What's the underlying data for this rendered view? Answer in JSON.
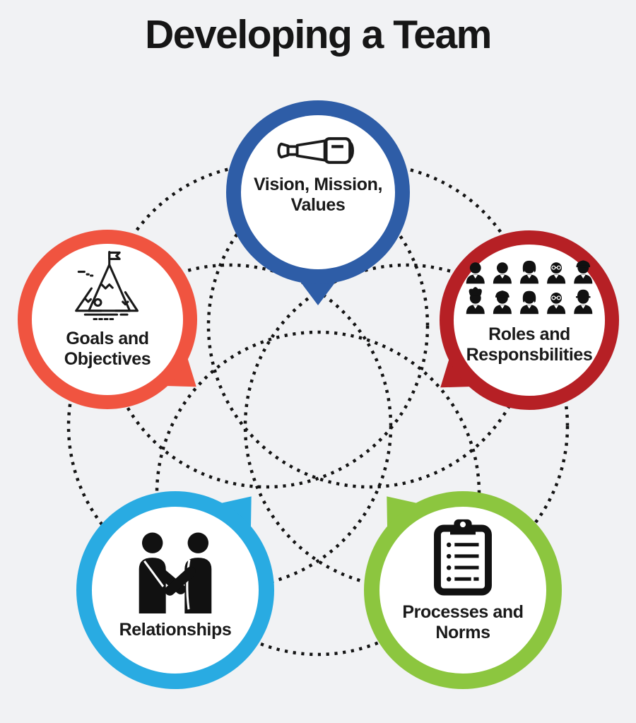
{
  "title": "Developing a Team",
  "canvas": {
    "background_color": "#f1f2f4"
  },
  "dotted": {
    "color": "#141414",
    "circle_count": 5,
    "style": "dotted"
  },
  "text_color": "#1a1a1a",
  "bubbles": [
    {
      "name": "vision-mission-values",
      "line1": "Vision, Mission,",
      "line2": "Values",
      "color": "#2e5da7",
      "icon": "telescope-icon"
    },
    {
      "name": "goals-objectives",
      "line1": "Goals and",
      "line2": "Objectives",
      "color": "#f05440",
      "icon": "mountain-flag-icon"
    },
    {
      "name": "roles-responsbilities",
      "line1": "Roles and",
      "line2": "Responsbilities",
      "color": "#b62025",
      "icon": "team-members-icon"
    },
    {
      "name": "relationships",
      "line1": "Relationships",
      "line2": "",
      "color": "#29abe2",
      "icon": "handshake-icon"
    },
    {
      "name": "processes-norms",
      "line1": "Processes and",
      "line2": "Norms",
      "color": "#8cc63f",
      "icon": "clipboard-checklist-icon"
    }
  ]
}
